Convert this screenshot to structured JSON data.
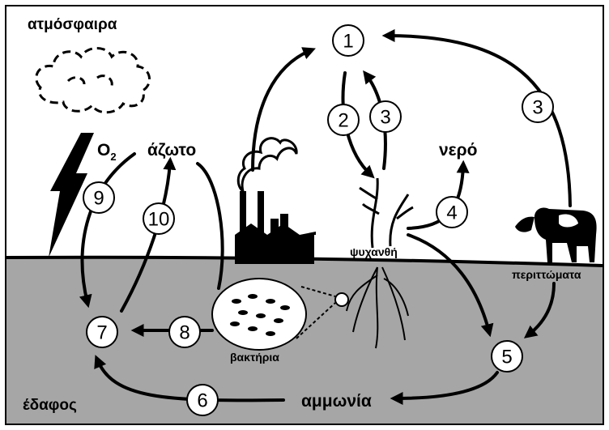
{
  "labels": {
    "atmosphere": "ατμόσφαιρα",
    "soil": "έδαφος",
    "oxygen_base": "O",
    "oxygen_sub": "2",
    "nitrogen": "άζωτο",
    "water": "νερό",
    "plants": "ψυχανθή",
    "droppings": "περιττώματα",
    "bacteria": "βακτήρια",
    "ammonia": "αμμωνία"
  },
  "steps": [
    "1",
    "2",
    "3",
    "3",
    "4",
    "5",
    "6",
    "7",
    "8",
    "9",
    "10"
  ],
  "colors": {
    "sky": "#ffffff",
    "ground": "#a6a6a6",
    "ink": "#000000",
    "circle_fill": "#ffffff"
  }
}
